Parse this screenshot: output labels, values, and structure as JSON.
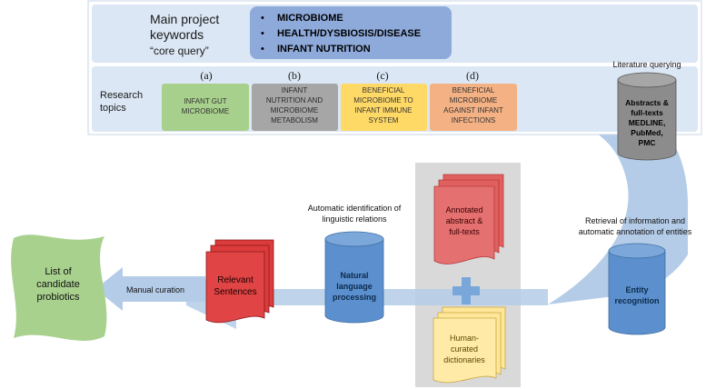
{
  "project": {
    "title_lines": [
      "Main project",
      "keywords"
    ],
    "core_query": "“core query”",
    "keywords": [
      "MICROBIOME",
      "HEALTH/DYSBIOSIS/DISEASE",
      "INFANT NUTRITION"
    ],
    "research_label_lines": [
      "Research",
      "topics"
    ],
    "topics": [
      {
        "letter": "(a)",
        "lines": [
          "INFANT GUT",
          "MICROBIOME"
        ],
        "color": "#a8d08d"
      },
      {
        "letter": "(b)",
        "lines": [
          "INFANT",
          "NUTRITION AND",
          "MICROBIOME",
          "METABOLISM"
        ],
        "color": "#a6a6a6"
      },
      {
        "letter": "(c)",
        "lines": [
          "BENEFICIAL",
          "MICROBIOME TO",
          "INFANT IMMUNE",
          "SYSTEM"
        ],
        "color": "#ffd966"
      },
      {
        "letter": "(d)",
        "lines": [
          "BENEFICIAL",
          "MICROBIOME",
          "AGAINST INFANT",
          "INFECTIONS"
        ],
        "color": "#f4b183"
      }
    ]
  },
  "literature": {
    "label": "Literature querying",
    "db_lines": [
      "Abstracts &",
      "full-texts",
      "MEDLINE,",
      "PubMed,",
      "PMC"
    ]
  },
  "retrieval": {
    "label_lines": [
      "Retrieval of information and",
      "automatic annotation of entities"
    ],
    "entity_lines": [
      "Entity",
      "recognition"
    ]
  },
  "resources": {
    "annotated_lines": [
      "Annotated",
      "abstract &",
      "full-texts"
    ],
    "dictionary_lines": [
      "Human-",
      "curated",
      "dictionaries"
    ]
  },
  "nlp": {
    "label_lines": [
      "Automatic identification of",
      "linguistic relations"
    ],
    "db_lines": [
      "Natural",
      "language",
      "processing"
    ]
  },
  "sentences": {
    "lines": [
      "Relevant",
      "Sentences"
    ]
  },
  "curation": {
    "label": "Manual curation"
  },
  "probiotics": {
    "lines": [
      "List of",
      "candidate",
      "probiotics"
    ]
  },
  "colors": {
    "panel": "#dbe7f5",
    "keyword_box": "#8eaadb",
    "arrow": "#b4cce8",
    "db_blue": "#5b8fce",
    "db_gray": "#8c8c8c",
    "red_doc": "#e06060",
    "red_sent": "#dc3b3b",
    "yellow_doc": "#ffe699",
    "green_wave": "#a9d18e",
    "gray_panel": "#d9d9d9",
    "plus": "#7aa7d9"
  }
}
